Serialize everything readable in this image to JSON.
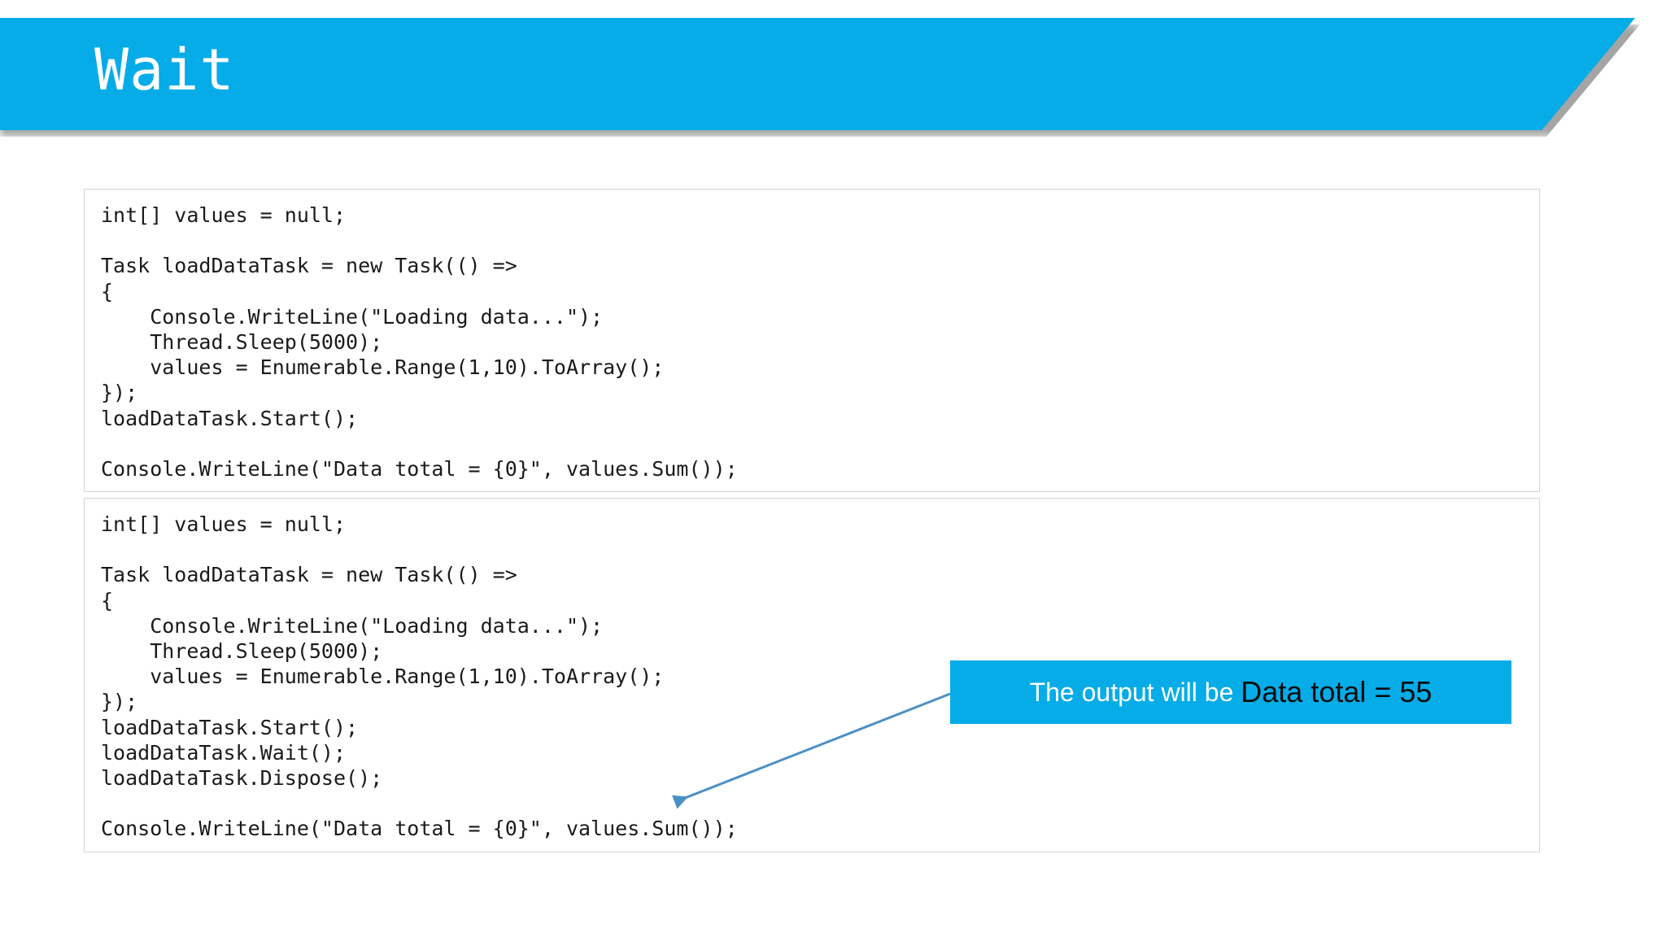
{
  "slide": {
    "title": "Wait",
    "accent_color": "#05ACE8",
    "background_color": "#FFFFFF",
    "code_text_color": "#1A1A1A",
    "code_border_color": "#D4D4D4"
  },
  "code_blocks": [
    {
      "id": "code-block-1",
      "language": "csharp",
      "code": "int[] values = null;\n\nTask loadDataTask = new Task(() =>\n{\n    Console.WriteLine(\"Loading data...\");\n    Thread.Sleep(5000);\n    values = Enumerable.Range(1,10).ToArray();\n});\nloadDataTask.Start();\n\nConsole.WriteLine(\"Data total = {0}\", values.Sum());"
    },
    {
      "id": "code-block-2",
      "language": "csharp",
      "code": "int[] values = null;\n\nTask loadDataTask = new Task(() =>\n{\n    Console.WriteLine(\"Loading data...\");\n    Thread.Sleep(5000);\n    values = Enumerable.Range(1,10).ToArray();\n});\nloadDataTask.Start();\nloadDataTask.Wait();\nloadDataTask.Dispose();\n\nConsole.WriteLine(\"Data total = {0}\", values.Sum());"
    }
  ],
  "callout": {
    "lead_text": "The output will be ",
    "emphasis_text": "Data total = 55",
    "background_color": "#05ACE8",
    "lead_color": "#FFFFFF",
    "emphasis_color": "#0D0D0D",
    "arrow_color": "#4A90C4"
  }
}
